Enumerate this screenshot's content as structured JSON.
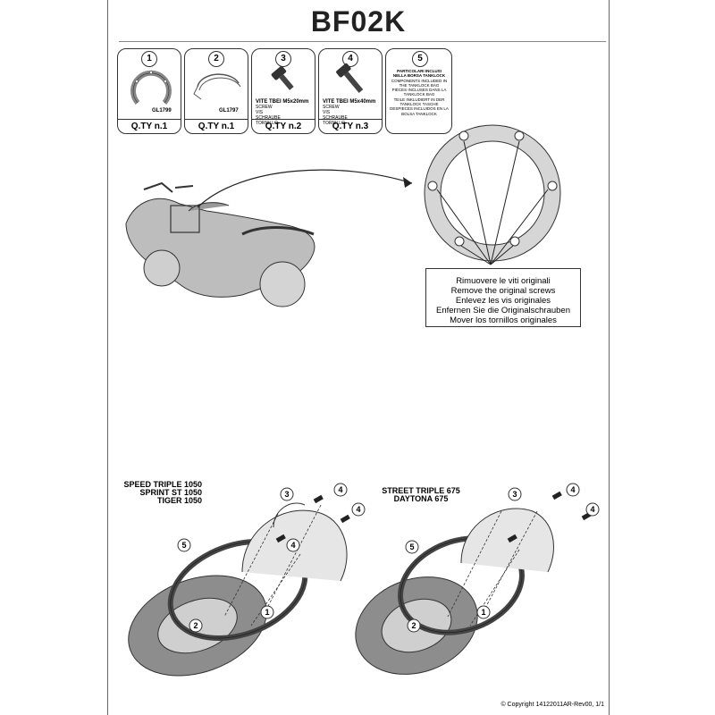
{
  "header": {
    "title": "BF02K"
  },
  "parts": [
    {
      "number": "1",
      "code": "GL1799",
      "qty": "Q.TY n.1"
    },
    {
      "number": "2",
      "code": "GL1797",
      "qty": "Q.TY n.1"
    },
    {
      "number": "3",
      "name_line": "VITE TBEI M5x20mm",
      "desc": [
        "SCREW",
        "VIS",
        "SCHRAUBE",
        "TORNILLO"
      ],
      "qty": "Q.TY n.2"
    },
    {
      "number": "4",
      "name_line": "VITE TBEI M5x40mm",
      "desc": [
        "SCREW",
        "VIS",
        "SCHRAUBE",
        "TORNILLO"
      ],
      "qty": "Q.TY n.3"
    },
    {
      "number": "5",
      "lines": [
        "PARTICOLARI INCLUSI",
        "NELLA BORSA TANKLOCK",
        "COMPONENTS INCLUDED IN",
        "THE TANKLOCK BAG",
        "PIÈCES INCLUSES DANS LA",
        "TANKLOCK BAG",
        "TEILE INKLUDIERT IN DER",
        "TANKLOCK TASCHE",
        "DESPIECES INCLUIDOS EN LA",
        "BOLSA TANKLOCK"
      ]
    }
  ],
  "note": {
    "lines": [
      "Rimuovere le viti originali",
      "Remove the original screws",
      "Enlevez  les vis originales",
      "Enfernen Sie die Originalschrauben",
      "Mover los tornillos originales"
    ]
  },
  "models_left": [
    "SPEED TRIPLE 1050",
    "SPRINT ST 1050",
    "TIGER 1050"
  ],
  "models_right": [
    "STREET TRIPLE 675",
    "DAYTONA 675"
  ],
  "callouts": {
    "n1": "1",
    "n2": "2",
    "n3": "3",
    "n4": "4",
    "n5": "5"
  },
  "footer": {
    "copyright": "© Copyright 14122011AR-Rev00, 1/1"
  }
}
